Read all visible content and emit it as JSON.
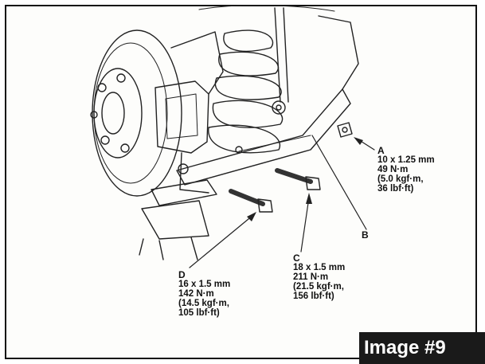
{
  "callouts": {
    "A": {
      "letter": "A",
      "lines": [
        "10 x 1.25 mm",
        "49 N·m",
        "(5.0 kgf·m,",
        "36 lbf·ft)"
      ]
    },
    "B": {
      "letter": "B"
    },
    "C": {
      "letter": "C",
      "lines": [
        "18 x 1.5 mm",
        "211 N·m",
        "(21.5 kgf·m,",
        "156 lbf·ft)"
      ]
    },
    "D": {
      "letter": "D",
      "lines": [
        "16 x 1.5 mm",
        "142 N·m",
        "(14.5 kgf·m,",
        "105 lbf·ft)"
      ]
    }
  },
  "badge": {
    "text": "Image #9"
  }
}
